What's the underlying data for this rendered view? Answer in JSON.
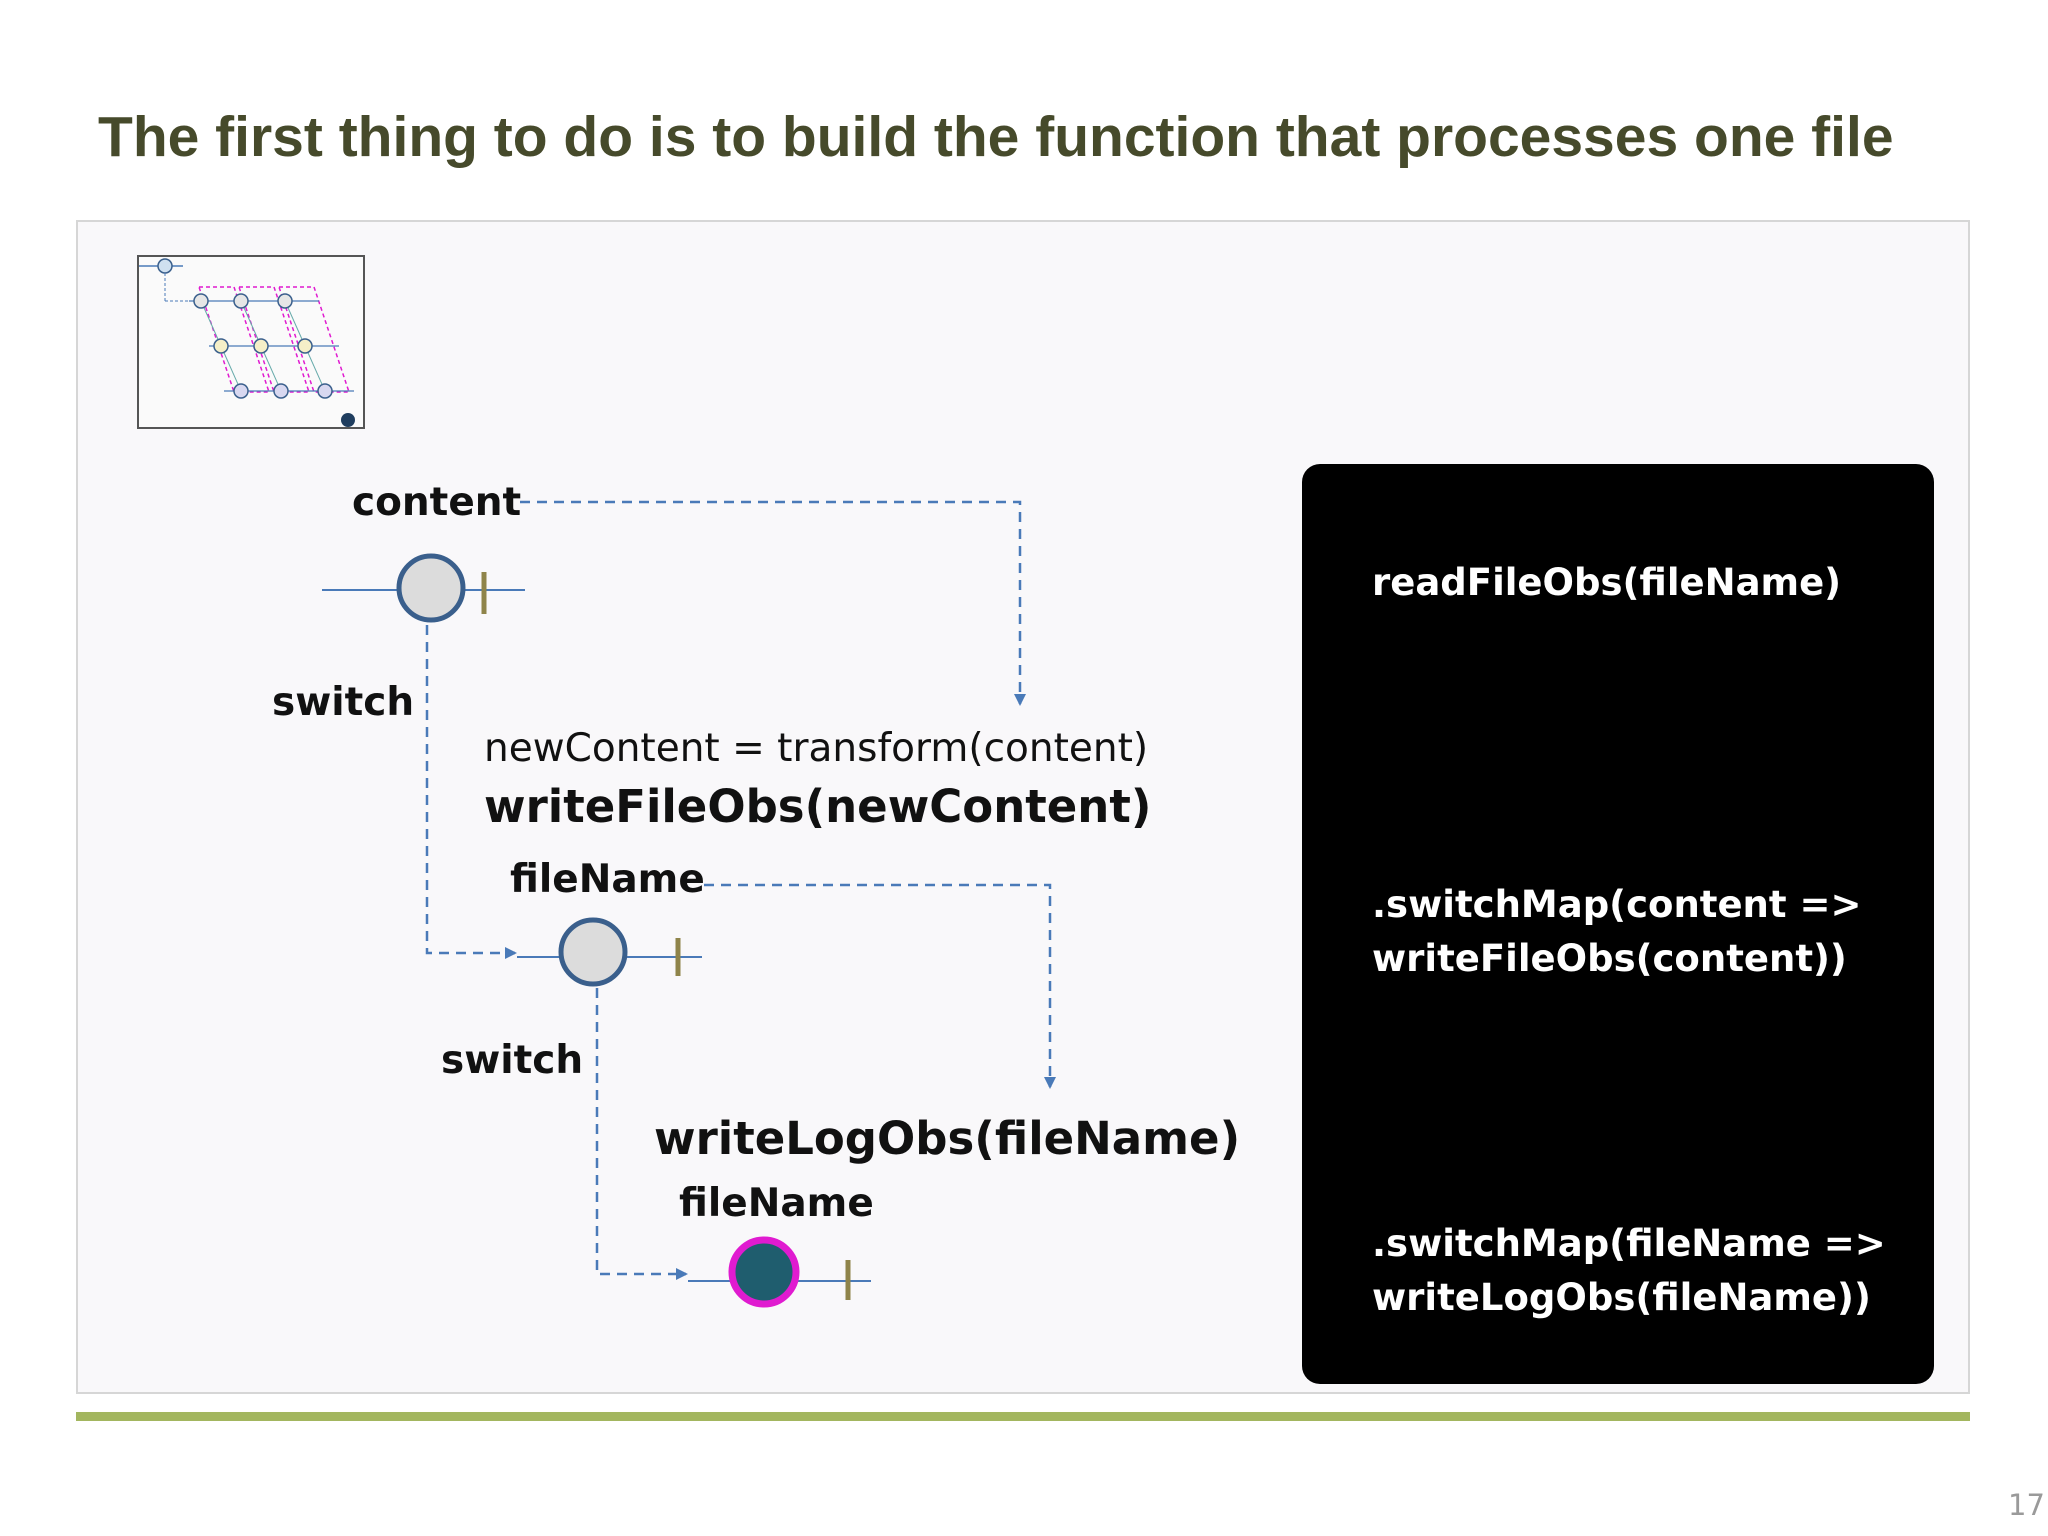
{
  "slide": {
    "title": "The first thing to do is to build the function that processes one file",
    "page_number": "17"
  },
  "diagram": {
    "labels": {
      "content": "content",
      "switch_1": "switch",
      "transform": "newContent = transform(content)",
      "write_file": "writeFileObs(newContent)",
      "file_name_1": "fileName",
      "switch_2": "switch",
      "write_log": "writeLogObs(fileName)",
      "file_name_2": "fileName"
    },
    "colors": {
      "stream_line": "#4a7ab8",
      "marble_fill": "#dcdcdc",
      "marble_stroke": "#3a5f8c",
      "final_marble_fill": "#1f5d6e",
      "final_marble_ring": "#e01bd0",
      "completion_tick": "#8f844a"
    }
  },
  "code_panel": {
    "lines": [
      "readFileObs(fileName)",
      ".switchMap(content =>",
      "writeFileObs(content))",
      ".switchMap(fileName =>",
      "writeLogObs(fileName))"
    ]
  }
}
